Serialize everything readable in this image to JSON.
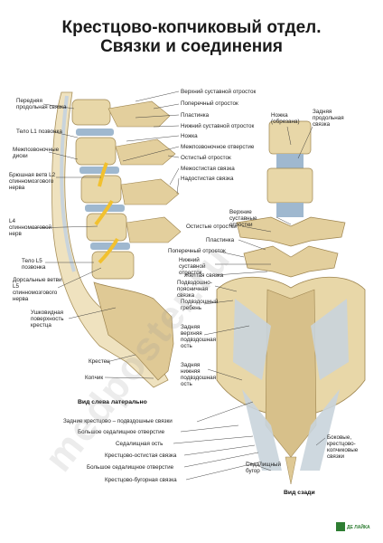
{
  "title": {
    "line1": "Крестцово-копчиковый отдел.",
    "line2": "Связки и соединения"
  },
  "left_labels": [
    "Передняя продольная связка",
    "Тело L1 позвонка",
    "Межпозвоночные диски",
    "Брюшная ветв L2 спинномозгового нерва",
    "L4 спинномозговой нерв",
    "Тело L5 позвонка",
    "Дорсальные ветви L5 спинномозгового нерва",
    "Ушковидная поверхность крестца",
    "Крестец",
    "Копчик"
  ],
  "center_labels": [
    "Верхний суставной отросток",
    "Поперечный отросток",
    "Пластинка",
    "Нижний суставной отросток",
    "Ножка",
    "Межпозвоночное отверстие",
    "Остистый отросток",
    "Межостистая связка",
    "Надостистая связка"
  ],
  "right_top_labels": [
    "Ножка (обрезана)",
    "Задняя продольная связка"
  ],
  "right_mid_labels": [
    "Верхние суставные отростки",
    "Остистые отростки",
    "Пластинка",
    "Поперечный отросток",
    "Нижний суставной отросток",
    "Желтая связка",
    "Подвздошно-поясничная связка",
    "Подвздошный гребень",
    "Задняя верхняя подвздошная ость",
    "Задняя нижняя подвздошная ость"
  ],
  "bottom_labels": [
    "Задние крестцово – подвздошные связки",
    "Большое седалищное отверстие",
    "Седалищная ость",
    "Крестцово-остистая связка",
    "Большое седалищное отверстие",
    "Крестцово-бугорная связка"
  ],
  "bottom_right_labels": [
    "Седалищный бугор",
    "Боковые, крестцово-копчиковые связки"
  ],
  "views": {
    "left": "Вид слева латерально",
    "right": "Вид сзади"
  },
  "watermark": "medposter.ru",
  "logo": "ДЕ ЛАЙКА",
  "colors": {
    "bone": "#e8d7a8",
    "bone_dark": "#b89b5e",
    "disc": "#9fb8cf",
    "nerve": "#f2c12e",
    "ligament": "#c9d4dc"
  }
}
